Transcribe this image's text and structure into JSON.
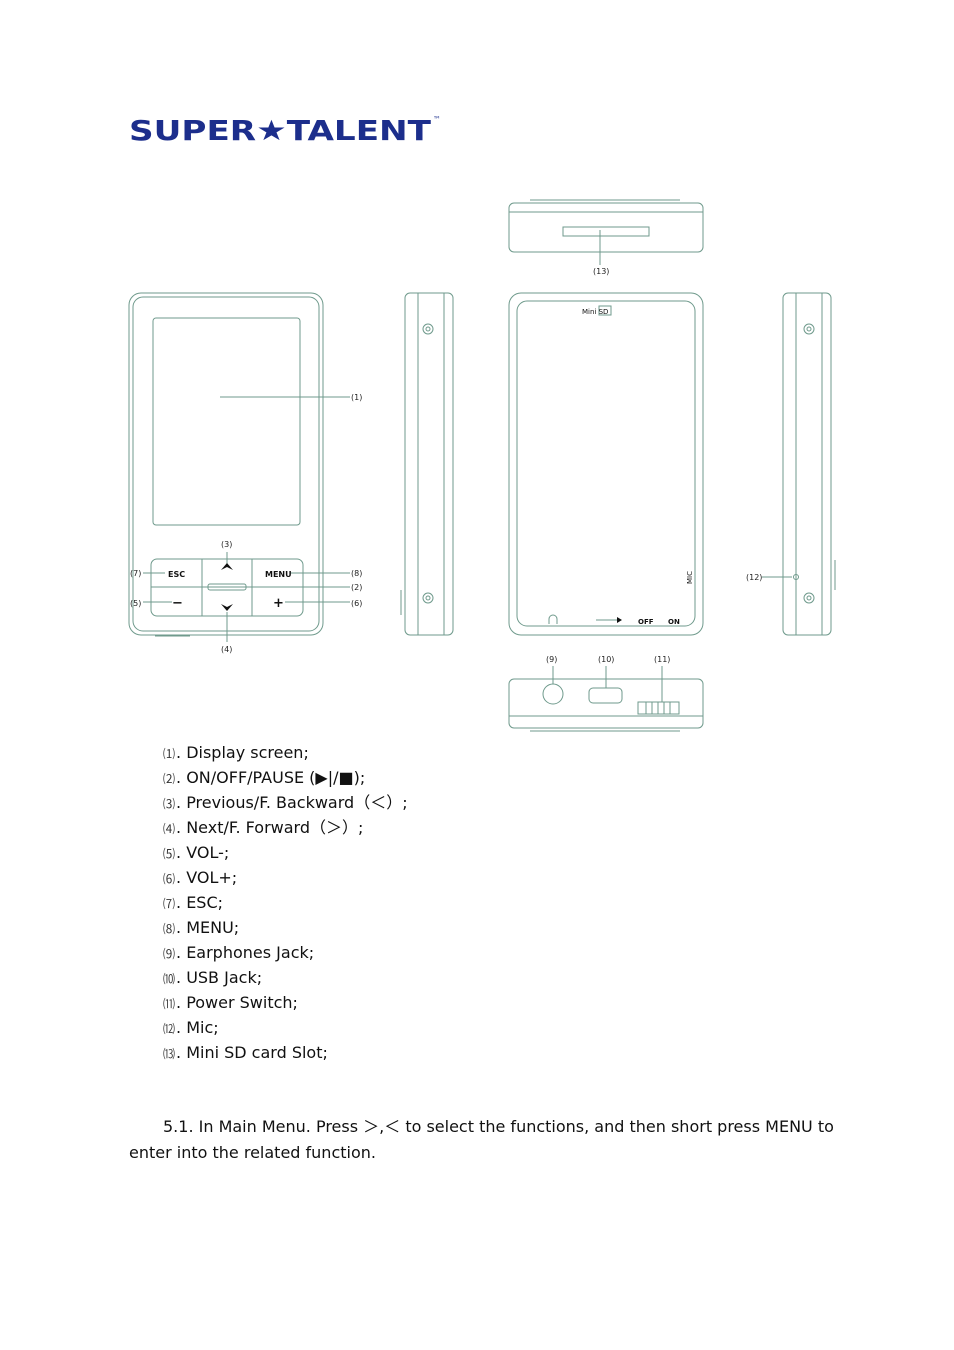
{
  "brand": {
    "logo_text": "SUPER★TALENT",
    "trademark": "™",
    "color": "#1c2e8c"
  },
  "diagram": {
    "callouts": [
      "(1)",
      "(2)",
      "(3)",
      "(4)",
      "(5)",
      "(6)",
      "(7)",
      "(8)",
      "(9)",
      "(10)",
      "(11)",
      "(12)",
      "(13)"
    ],
    "button_labels": {
      "esc": "ESC",
      "menu": "MENU",
      "minus": "−",
      "plus": "+"
    },
    "back_labels": {
      "minisd": "Mini SD",
      "mic": "MIC",
      "off": "OFF",
      "on": "ON"
    },
    "line_color": "#6f9a8c"
  },
  "legend": [
    {
      "num": "⑴",
      "text": ". Display screen;"
    },
    {
      "num": "⑵",
      "text": ". ON/OFF/PAUSE (▶|/■);"
    },
    {
      "num": "⑶",
      "text": ". Previous/F. Backward（＜）;"
    },
    {
      "num": "⑷",
      "text": ". Next/F. Forward（＞）;"
    },
    {
      "num": "⑸",
      "text": ". VOL-;"
    },
    {
      "num": "⑹",
      "text": ". VOL+;"
    },
    {
      "num": "⑺",
      "text": ". ESC;"
    },
    {
      "num": "⑻",
      "text": ". MENU;"
    },
    {
      "num": "⑼",
      "text": ". Earphones Jack;"
    },
    {
      "num": "⑽",
      "text": ". USB Jack;"
    },
    {
      "num": "⑾",
      "text": ". Power Switch;"
    },
    {
      "num": "⑿",
      "text": ". Mic;"
    },
    {
      "num": "⒀",
      "text": ". Mini SD card Slot;"
    }
  ],
  "paragraph": "5.1. In Main Menu. Press ＞,＜ to select the functions, and then short press MENU to enter into the related function."
}
